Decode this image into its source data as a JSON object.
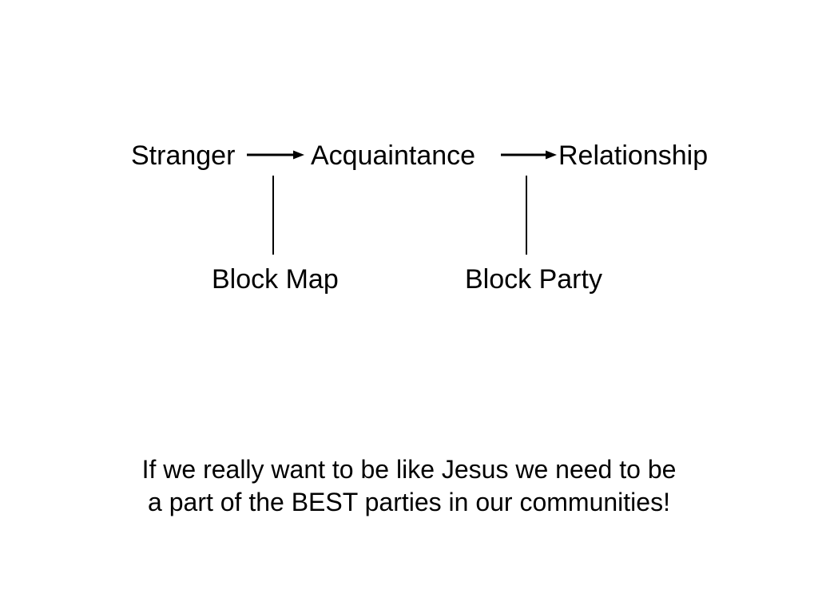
{
  "slide": {
    "background_color": "#ffffff",
    "text_color": "#000000"
  },
  "diagram": {
    "type": "flow",
    "flow_row": [
      {
        "id": "stranger",
        "label": "Stranger"
      },
      {
        "id": "acquaintance",
        "label": "Acquaintance"
      },
      {
        "id": "relationship",
        "label": "Relationship"
      }
    ],
    "support_row": [
      {
        "id": "block-map",
        "label": "Block Map"
      },
      {
        "id": "block-party",
        "label": "Block Party"
      }
    ],
    "arrows": [
      {
        "id": "stranger-to-acquaintance",
        "from": "Stranger",
        "to": "Acquaintance",
        "direction": "right"
      },
      {
        "id": "acquaintance-to-relationship",
        "from": "Acquaintance",
        "to": "Relationship",
        "direction": "right"
      }
    ],
    "connectors": [
      {
        "id": "acquaintance-to-block-map",
        "from": "Acquaintance",
        "to": "Block Map",
        "direction": "vertical"
      },
      {
        "id": "relationship-to-block-party",
        "from": "Relationship",
        "to": "Block Party",
        "direction": "vertical"
      }
    ]
  },
  "caption": {
    "line1": "If we really want to be like Jesus we need to be",
    "line2": "a part of the BEST parties in our communities!"
  }
}
